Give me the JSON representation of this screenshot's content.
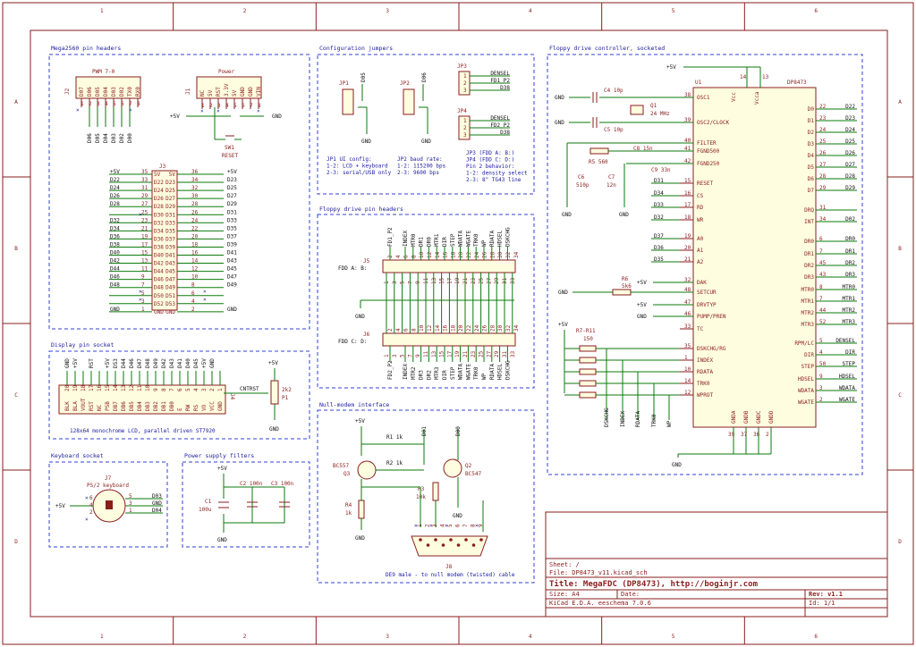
{
  "title_block": {
    "sheet": "Sheet: /",
    "file": "File: DP8473_v11.kicad_sch",
    "title": "Title: MegaFDC (DP8473), http://boginjr.com",
    "size": "Size: A4",
    "date": "Date:",
    "rev": "Rev: v1.1",
    "tool": "KiCad E.D.A.  eeschema 7.0.6",
    "id": "Id: 1/1"
  },
  "frame": {
    "columns": [
      "1",
      "2",
      "3",
      "4",
      "5",
      "6"
    ],
    "rows": [
      "A",
      "B",
      "C",
      "D"
    ]
  },
  "groups": {
    "mega_headers": "Mega2560 pin headers",
    "config_jumpers": "Configuration jumpers",
    "floppy_controller": "Floppy drive controller, socketed",
    "floppy_headers": "Floppy drive pin headers",
    "display_socket": "Display pin socket",
    "keyboard_socket": "Keyboard socket",
    "power_filters": "Power supply filters",
    "null_modem": "Null-modem interface"
  },
  "mega": {
    "pwm_title": "PWM 7-0",
    "pwm_ref": "J2",
    "pwm_pins": [
      "D07",
      "D06",
      "D05",
      "D04",
      "D03",
      "D02",
      "TX0",
      "RX0"
    ],
    "pwm_nets": [
      "D06",
      "D05",
      "D04",
      "D03",
      "D02",
      "D00"
    ],
    "power_title": "Power",
    "power_pins": [
      "NC",
      "5V",
      "RST",
      "3.3V",
      "5V",
      "GND",
      "GND",
      "VIN"
    ],
    "power_ref": "J1",
    "sw_ref": "SW1",
    "sw_label": "RESET",
    "vplus": "+5V",
    "gnd": "GND",
    "j3_ref": "J3",
    "j3_left_pins": [
      "35",
      "33",
      "31",
      "29",
      "27",
      "25",
      "23",
      "21",
      "19",
      "17",
      "15",
      "13",
      "11",
      "9",
      "7",
      "5",
      "3",
      "1"
    ],
    "j3_right_pins": [
      "36",
      "34",
      "32",
      "30",
      "28",
      "26",
      "24",
      "22",
      "20",
      "18",
      "16",
      "14",
      "12",
      "10",
      "8",
      "6",
      "4",
      "2"
    ],
    "j3_left_inner": [
      "5V",
      "D22",
      "D24",
      "D26",
      "D28",
      "D30",
      "D32",
      "D34",
      "D36",
      "D38",
      "D40",
      "D42",
      "D44",
      "D46",
      "D48",
      "D50",
      "D52",
      "GND"
    ],
    "j3_right_inner": [
      "5V",
      "D23",
      "D25",
      "D27",
      "D29",
      "D31",
      "D33",
      "D35",
      "D37",
      "D39",
      "D41",
      "D43",
      "D45",
      "D47",
      "D49",
      "D51",
      "D53",
      "GND"
    ],
    "j3_left_nets": [
      "+5V",
      "D22",
      "D24",
      "D26",
      "D28",
      "",
      "D32",
      "D34",
      "D36",
      "D38",
      "D40",
      "D42",
      "D44",
      "D46",
      "D48",
      "",
      "",
      "GND"
    ],
    "j3_right_nets": [
      "+5V",
      "D23",
      "D25",
      "D27",
      "D29",
      "D31",
      "D33",
      "D35",
      "D37",
      "D39",
      "D41",
      "D43",
      "D45",
      "D47",
      "D49",
      "",
      "",
      "GND"
    ]
  },
  "config": {
    "jp1": "JP1",
    "jp2": "JP2",
    "jp3": "JP3",
    "jp4": "JP4",
    "d05": "D05",
    "d06": "D06",
    "gnd": "GND",
    "jp3_nets": [
      "DENSEL",
      "FD1_P2",
      "D38"
    ],
    "jp4_nets": [
      "DENSEL",
      "FD2_P2",
      "D38"
    ],
    "note1": [
      "JP1 UI config:",
      "1-2: LCD + keyboard",
      "2-3: serial/USB only"
    ],
    "note2": [
      "JP2 baud rate:",
      "1-2: 115200 bps",
      "2-3: 9600 bps"
    ],
    "note3": [
      "JP3 (FDD A: B:)",
      "JP4 (FDD C: D:)",
      "Pin 2 behavior:",
      "1-2: density select",
      "2-3: 8\" TG43 line"
    ]
  },
  "fdd": {
    "j5": "J5",
    "j5_label": "FDD A: B:",
    "j6": "J6",
    "j6_label": "FDD C: D:",
    "top_nets": [
      "FD1_P2",
      "INDEX",
      "MTR0",
      "DR1",
      "DR0",
      "MTR1",
      "DIR",
      "STEP",
      "WDATA",
      "WGATE",
      "TRK0",
      "WP",
      "RDATA",
      "HDSEL",
      "DSKCHG"
    ],
    "bottom_nets": [
      "FD2_P2",
      "INDEX",
      "MTR2",
      "DR3",
      "DR2",
      "MTR3",
      "DIR",
      "STEP",
      "WDATA",
      "WGATE",
      "TRK0",
      "WP",
      "RDATA",
      "HDSEL",
      "DSKCHG"
    ],
    "odd_pins": [
      "1",
      "3",
      "5",
      "7",
      "9",
      "11",
      "13",
      "15",
      "17",
      "19",
      "21",
      "23",
      "25",
      "27",
      "29",
      "31",
      "33"
    ],
    "even_pins": [
      "2",
      "4",
      "6",
      "8",
      "10",
      "12",
      "14",
      "16",
      "18",
      "20",
      "22",
      "24",
      "26",
      "28",
      "30",
      "32",
      "34"
    ],
    "gnd": "GND"
  },
  "display": {
    "pins": [
      "20",
      "19",
      "18",
      "17",
      "16",
      "15",
      "14",
      "13",
      "12",
      "11",
      "10",
      "9",
      "8",
      "7",
      "6",
      "5",
      "4",
      "3",
      "2",
      "1"
    ],
    "top_nets": [
      "GND",
      "+5V",
      "",
      "RST",
      "",
      "+5V",
      "D53",
      "D44",
      "D46",
      "D47",
      "D48",
      "D49",
      "D42",
      "D43",
      "D41",
      "D40",
      "D45",
      "+5V",
      "GND"
    ],
    "inner": [
      "BLK",
      "BLA",
      "VOUT",
      "RST",
      "NC",
      "PSB",
      "DB7",
      "DB6",
      "DB5",
      "DB4",
      "DB3",
      "DB2",
      "DB1",
      "DB0",
      "E",
      "RW",
      "RS",
      "VO",
      "VCC",
      "GND"
    ],
    "caption": "128x64 monochrome LCD, parallel driven ST7920",
    "ref": "J4",
    "contrast": "CNTRST",
    "pot_ref": "P1",
    "pot_val": "2k2",
    "vplus": "+5V",
    "gnd": "GND"
  },
  "keyboard": {
    "ref": "J7",
    "label": "PS/2 keyboard",
    "nets": [
      "D03",
      "GND",
      "D04"
    ],
    "pins": [
      "5",
      "3",
      "1"
    ],
    "vplus": "+5V",
    "pin_left": [
      "6",
      "4",
      "2"
    ]
  },
  "power": {
    "vplus": "+5V",
    "c1": "C1",
    "c1_val": "100u",
    "c2": "C2 100n",
    "c3": "C3 100n",
    "gnd": "GND"
  },
  "nullmodem": {
    "vplus": "+5V",
    "r1": "R1 1k",
    "r2": "R2 1k",
    "r3": "R3",
    "r3_val": "10k",
    "r4": "R4",
    "r4_val": "1k",
    "q3": "BC557",
    "q3_ref": "Q3",
    "q2": "Q2",
    "q2_val": "BC547",
    "d01": "D01",
    "d00": "D00",
    "j8": "J8",
    "caption": "DE9 male - to null modem (twisted) cable",
    "gnd": "GND"
  },
  "fdc": {
    "ref": "U1",
    "part": "DP8473",
    "vcc": "Vcc",
    "vcca": "Vcca",
    "vplus": "+5V",
    "gnd": "GND",
    "c4": "C4 10p",
    "c5": "C5 10p",
    "q1": "Q1",
    "q1_val": "24 MHz",
    "r5": "R5 560",
    "c8": "C8 15n",
    "c9": "C9 33n",
    "c6": "C6",
    "c6_val": "510p",
    "c7": "C7",
    "c7_val": "12n",
    "r6": "R6",
    "r6_val": "5k6",
    "rn": "R7-R11",
    "rn_val": "150",
    "left_pins": [
      {
        "n": "38",
        "name": "OSC1"
      },
      {
        "n": "39",
        "name": "OSC2/CLOCK"
      },
      {
        "n": "40",
        "name": "FILTER"
      },
      {
        "n": "41",
        "name": "FGND500"
      },
      {
        "n": "42",
        "name": "FGND250"
      },
      {
        "n": "15",
        "name": "RESET"
      },
      {
        "n": "16",
        "name": "CS"
      },
      {
        "n": "17",
        "name": "RD"
      },
      {
        "n": "18",
        "name": "WR"
      },
      {
        "n": "19",
        "name": "A0"
      },
      {
        "n": "20",
        "name": "A1"
      },
      {
        "n": "21",
        "name": "A2"
      },
      {
        "n": "32",
        "name": "DAK"
      },
      {
        "n": "48",
        "name": "SETCUR"
      },
      {
        "n": "47",
        "name": "DRVTYP"
      },
      {
        "n": "46",
        "name": "PUMP/PREN"
      },
      {
        "n": "33",
        "name": "TC"
      },
      {
        "n": "35",
        "name": "DSKCHG/RG"
      },
      {
        "n": "1",
        "name": "INDEX"
      },
      {
        "n": "10",
        "name": "RDATA"
      },
      {
        "n": "14",
        "name": "TRK0"
      },
      {
        "n": "12",
        "name": "WPROT"
      }
    ],
    "left_nets": [
      "",
      "",
      "",
      "",
      "",
      "D31",
      "D34",
      "D33",
      "D32",
      "D37",
      "D36",
      "D35"
    ],
    "right_pins": [
      {
        "n": "22",
        "name": "D0",
        "net": "D22"
      },
      {
        "n": "23",
        "name": "D1",
        "net": "D23"
      },
      {
        "n": "24",
        "name": "D2",
        "net": "D24"
      },
      {
        "n": "25",
        "name": "D3",
        "net": "D25"
      },
      {
        "n": "26",
        "name": "D4",
        "net": "D26"
      },
      {
        "n": "27",
        "name": "D5",
        "net": "D27"
      },
      {
        "n": "28",
        "name": "D6",
        "net": "D28"
      },
      {
        "n": "29",
        "name": "D7",
        "net": "D29"
      },
      {
        "n": "31",
        "name": "DRQ",
        "net": ""
      },
      {
        "n": "34",
        "name": "INT",
        "net": "D02"
      },
      {
        "n": "6",
        "name": "DR0",
        "net": "DR0"
      },
      {
        "n": "7",
        "name": "DR1",
        "net": "DR1"
      },
      {
        "n": "45",
        "name": "DR2",
        "net": "DR2"
      },
      {
        "n": "43",
        "name": "DR3",
        "net": "DR3"
      },
      {
        "n": "8",
        "name": "MTR0",
        "net": "MTR0"
      },
      {
        "n": "7",
        "name": "MTR1",
        "net": "MTR1"
      },
      {
        "n": "44",
        "name": "MTR2",
        "net": "MTR2"
      },
      {
        "n": "52",
        "name": "MTR3",
        "net": "MTR3"
      },
      {
        "n": "5",
        "name": "RPM/LC",
        "net": "DENSEL"
      },
      {
        "n": "4",
        "name": "DIR",
        "net": "DIR"
      },
      {
        "n": "50",
        "name": "STEP",
        "net": "STEP"
      },
      {
        "n": "9",
        "name": "HDSEL",
        "net": "HDSEL"
      },
      {
        "n": "3",
        "name": "WDATA",
        "net": "WDATA"
      },
      {
        "n": "2",
        "name": "WGATE",
        "net": "WGATE"
      }
    ],
    "bottom_pins": [
      {
        "n": "39",
        "name": "GNDA"
      },
      {
        "n": "37",
        "name": "GNDB"
      },
      {
        "n": "36",
        "name": "GNDC"
      },
      {
        "n": "2",
        "name": "GNDD"
      }
    ],
    "top_pins": [
      "14",
      "13"
    ],
    "bottom_nets": [
      "DSKCHG",
      "INDEX",
      "RDATA",
      "TRK0",
      "WP"
    ]
  }
}
